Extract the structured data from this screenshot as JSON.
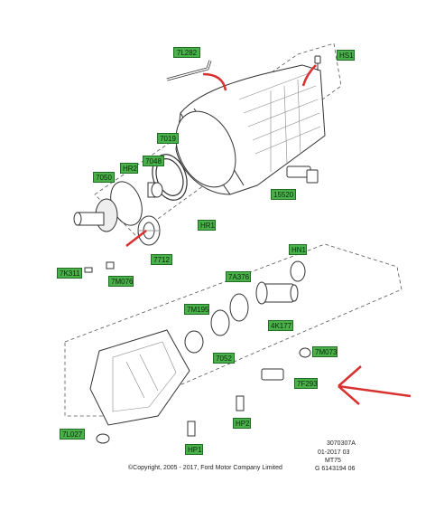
{
  "callouts": [
    {
      "id": "7l282",
      "label": "7L282"
    },
    {
      "id": "hs1",
      "label": "HS1"
    },
    {
      "id": "7019",
      "label": "7019"
    },
    {
      "id": "7048",
      "label": "7048"
    },
    {
      "id": "hr2",
      "label": "HR2"
    },
    {
      "id": "7050",
      "label": "7050"
    },
    {
      "id": "15520",
      "label": "15520"
    },
    {
      "id": "hr1",
      "label": "HR1"
    },
    {
      "id": "7k311",
      "label": "7K311"
    },
    {
      "id": "7m076",
      "label": "7M076"
    },
    {
      "id": "7712",
      "label": "7712"
    },
    {
      "id": "hn1",
      "label": "HN1"
    },
    {
      "id": "7a376",
      "label": "7A376"
    },
    {
      "id": "4k177",
      "label": "4K177"
    },
    {
      "id": "7m195",
      "label": "7M195"
    },
    {
      "id": "7052",
      "label": "7052"
    },
    {
      "id": "7m073",
      "label": "7M073"
    },
    {
      "id": "7f293",
      "label": "7F293"
    },
    {
      "id": "7l027",
      "label": "7L027"
    },
    {
      "id": "hp2",
      "label": "HP2"
    },
    {
      "id": "hp1",
      "label": "HP1"
    }
  ],
  "meta": {
    "illustration_id": "3070307A",
    "date_code": "01-2017 03",
    "model": "MT75",
    "ref_code": "G 6143194 06"
  },
  "copyright": "©Copyright, 2005 - 2017, Ford Motor Company Limited",
  "colors": {
    "callout_fill": "#49b04a",
    "callout_border": "#1f6e23",
    "arrow_red": "#d93030",
    "line": "#333333"
  }
}
